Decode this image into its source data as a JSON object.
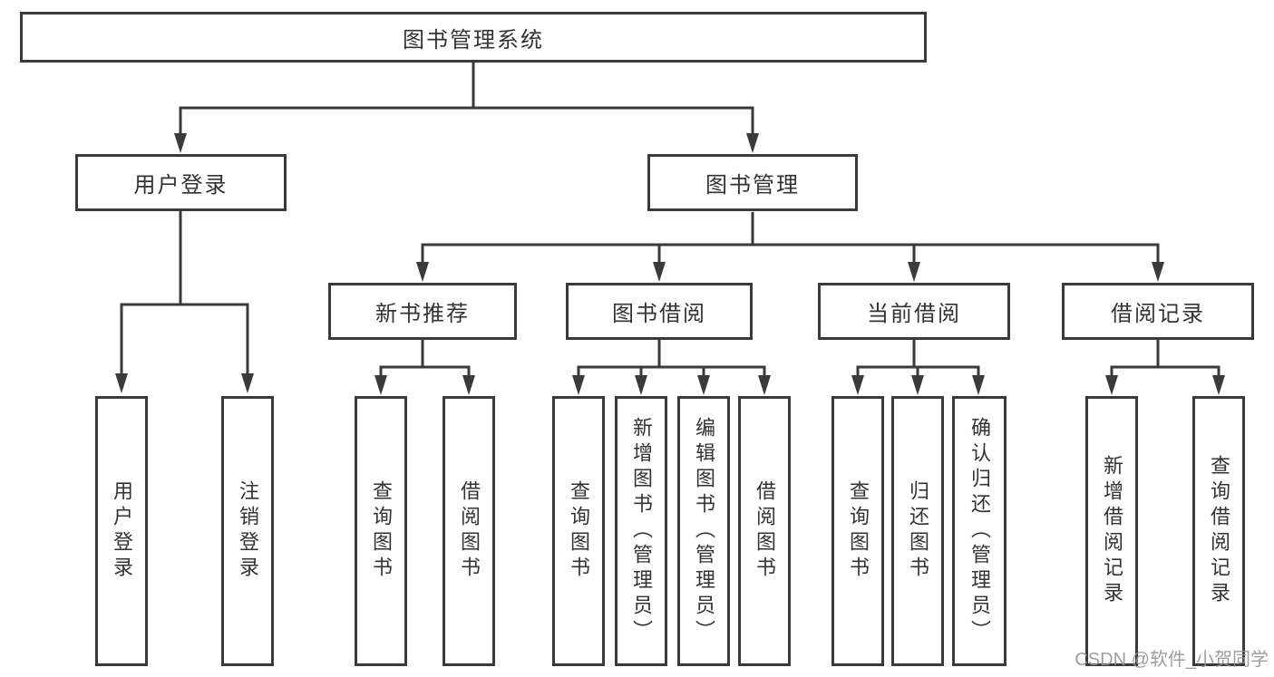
{
  "diagram": {
    "root": {
      "label": "图书管理系统"
    },
    "level2": [
      {
        "label": "用户登录"
      },
      {
        "label": "图书管理"
      }
    ],
    "level3": [
      {
        "label": "新书推荐"
      },
      {
        "label": "图书借阅"
      },
      {
        "label": "当前借阅"
      },
      {
        "label": "借阅记录"
      }
    ],
    "leaves": [
      {
        "label": "用户登录"
      },
      {
        "label": "注销登录"
      },
      {
        "label": "查询图书"
      },
      {
        "label": "借阅图书"
      },
      {
        "label": "查询图书"
      },
      {
        "label": "新增图书（管理员）"
      },
      {
        "label": "编辑图书（管理员）"
      },
      {
        "label": "借阅图书"
      },
      {
        "label": "查询图书"
      },
      {
        "label": "归还图书"
      },
      {
        "label": "确认归还（管理员）"
      },
      {
        "label": "新增借阅记录"
      },
      {
        "label": "查询借阅记录"
      }
    ]
  },
  "watermark": {
    "text": "CSDN @软件_小贺同学"
  },
  "colors": {
    "line": "#3a3a3a",
    "text": "#333333",
    "watermark": "#949494",
    "background": "#ffffff"
  }
}
